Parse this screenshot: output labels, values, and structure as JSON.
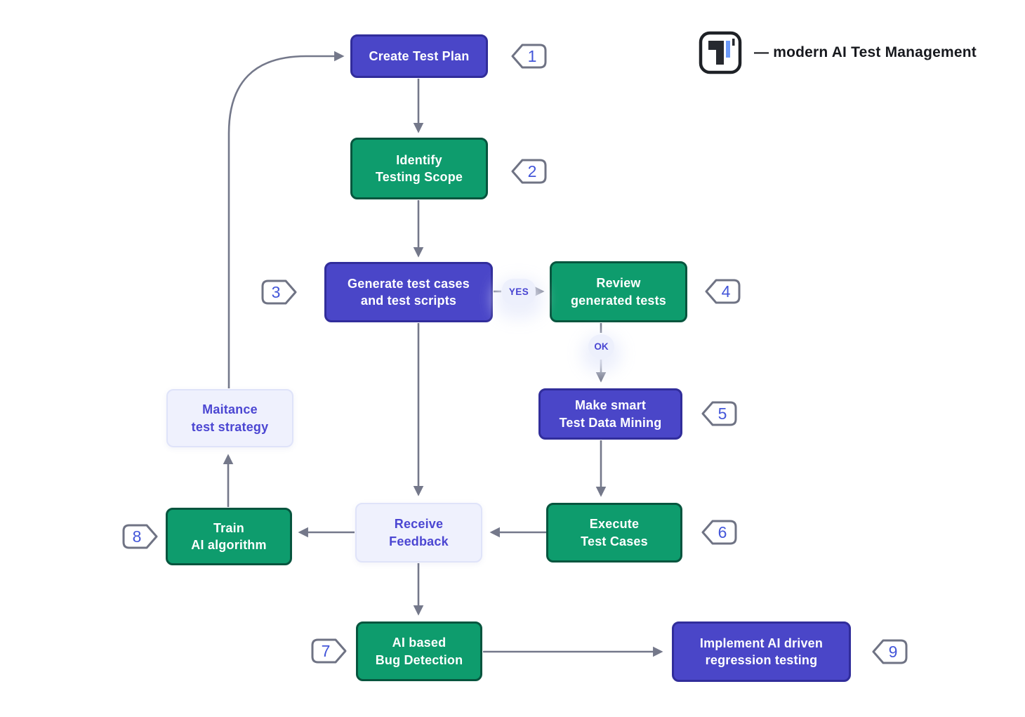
{
  "brand": {
    "tagline": "— modern AI Test Management"
  },
  "flow": {
    "edge_labels": {
      "yes": "YES",
      "ok": "OK"
    },
    "nodes": [
      {
        "id": "create-test-plan",
        "label": "Create Test Plan",
        "badge": "1",
        "color": "blue"
      },
      {
        "id": "identify-testing-scope",
        "label": "Identify\nTesting Scope",
        "badge": "2",
        "color": "green"
      },
      {
        "id": "generate-test-cases",
        "label": "Generate test cases\nand test scripts",
        "badge": "3",
        "color": "blue"
      },
      {
        "id": "review-generated-tests",
        "label": "Review\ngenerated tests",
        "badge": "4",
        "color": "green"
      },
      {
        "id": "make-smart-test-data-mining",
        "label": "Make smart\nTest Data Mining",
        "badge": "5",
        "color": "blue"
      },
      {
        "id": "execute-test-cases",
        "label": "Execute\nTest Cases",
        "badge": "6",
        "color": "green"
      },
      {
        "id": "ai-based-bug-detection",
        "label": "AI based\nBug Detection",
        "badge": "7",
        "color": "green"
      },
      {
        "id": "train-ai-algorithm",
        "label": "Train\nAI algorithm",
        "badge": "8",
        "color": "green"
      },
      {
        "id": "implement-ai-driven-regression-testing",
        "label": "Implement AI driven\nregression testing",
        "badge": "9",
        "color": "blue"
      },
      {
        "id": "maintenance-test-strategy",
        "label": "Maitance\ntest strategy",
        "color": "light"
      },
      {
        "id": "receive-feedback",
        "label": "Receive\nFeedback",
        "color": "light"
      }
    ],
    "colors": {
      "blue_fill": "#4A46C8",
      "blue_border": "#312D9B",
      "green_fill": "#0E9C6D",
      "green_border": "#07553E",
      "light_fill": "#EFF1FD",
      "light_border": "#DFE3F9",
      "accent_text": "#4B46D2",
      "line": "#74788A",
      "logo_accent": "#6C9BFA"
    }
  }
}
